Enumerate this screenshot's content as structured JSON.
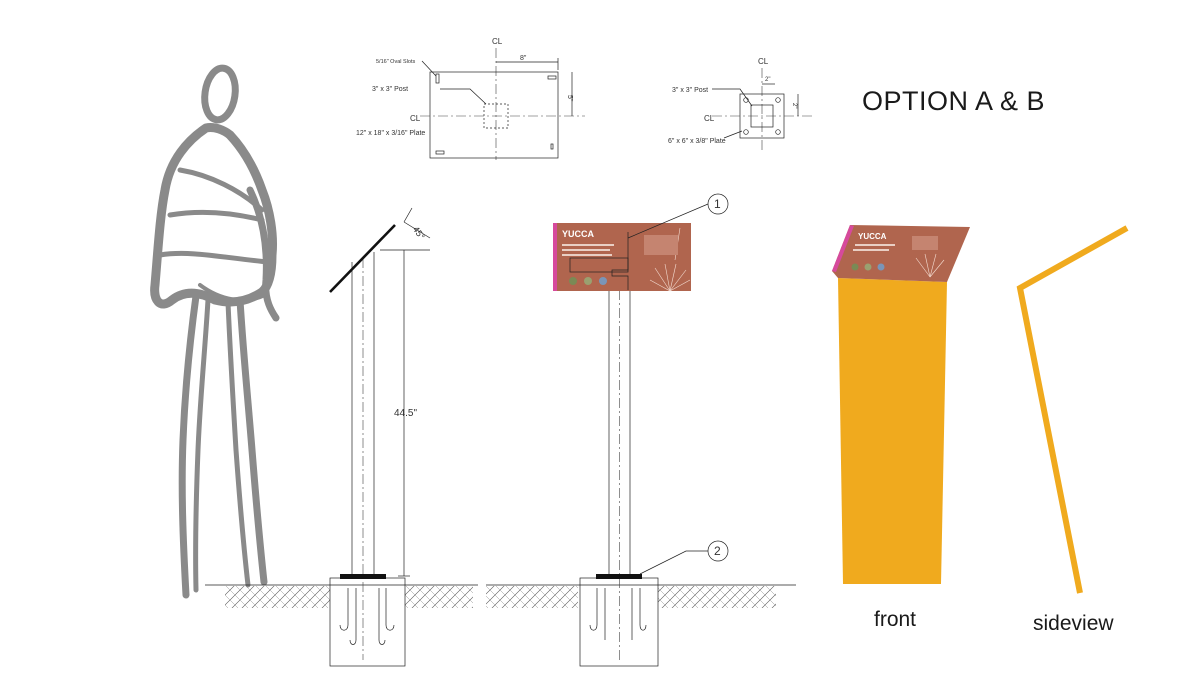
{
  "title": "OPTION A & B",
  "colors": {
    "accent_yellow": "#F0AA1E",
    "panel_brown": "#B0654E",
    "panel_magenta": "#D64A9C",
    "sketch_gray": "#8a8a8a",
    "line_dark": "#222222"
  },
  "plan_details": {
    "left_plan": {
      "centerline_top": "CL",
      "centerline_side": "CL",
      "slot_callout": "5/16\" Oval Slots",
      "dim_top": "8\"",
      "dim_side": "5\"",
      "post_callout": "3\" x 3\" Post",
      "plate_callout": "12\" x 18\" x 3/16\" Plate"
    },
    "right_plan": {
      "centerline_top": "CL",
      "centerline_side": "CL",
      "dim_top": "2\"",
      "dim_side": "2\"",
      "post_callout": "3\" x 3\" Post",
      "plate_callout": "6\" x 6\" x 3/8\" Plate"
    }
  },
  "elevation": {
    "angle_label": "45°",
    "height_label": "44.5\"",
    "callout_1": "1",
    "callout_2": "2",
    "panel_heading": "YUCCA"
  },
  "rendering": {
    "panel_heading": "YUCCA",
    "front_label": "front",
    "side_label": "sideview"
  }
}
